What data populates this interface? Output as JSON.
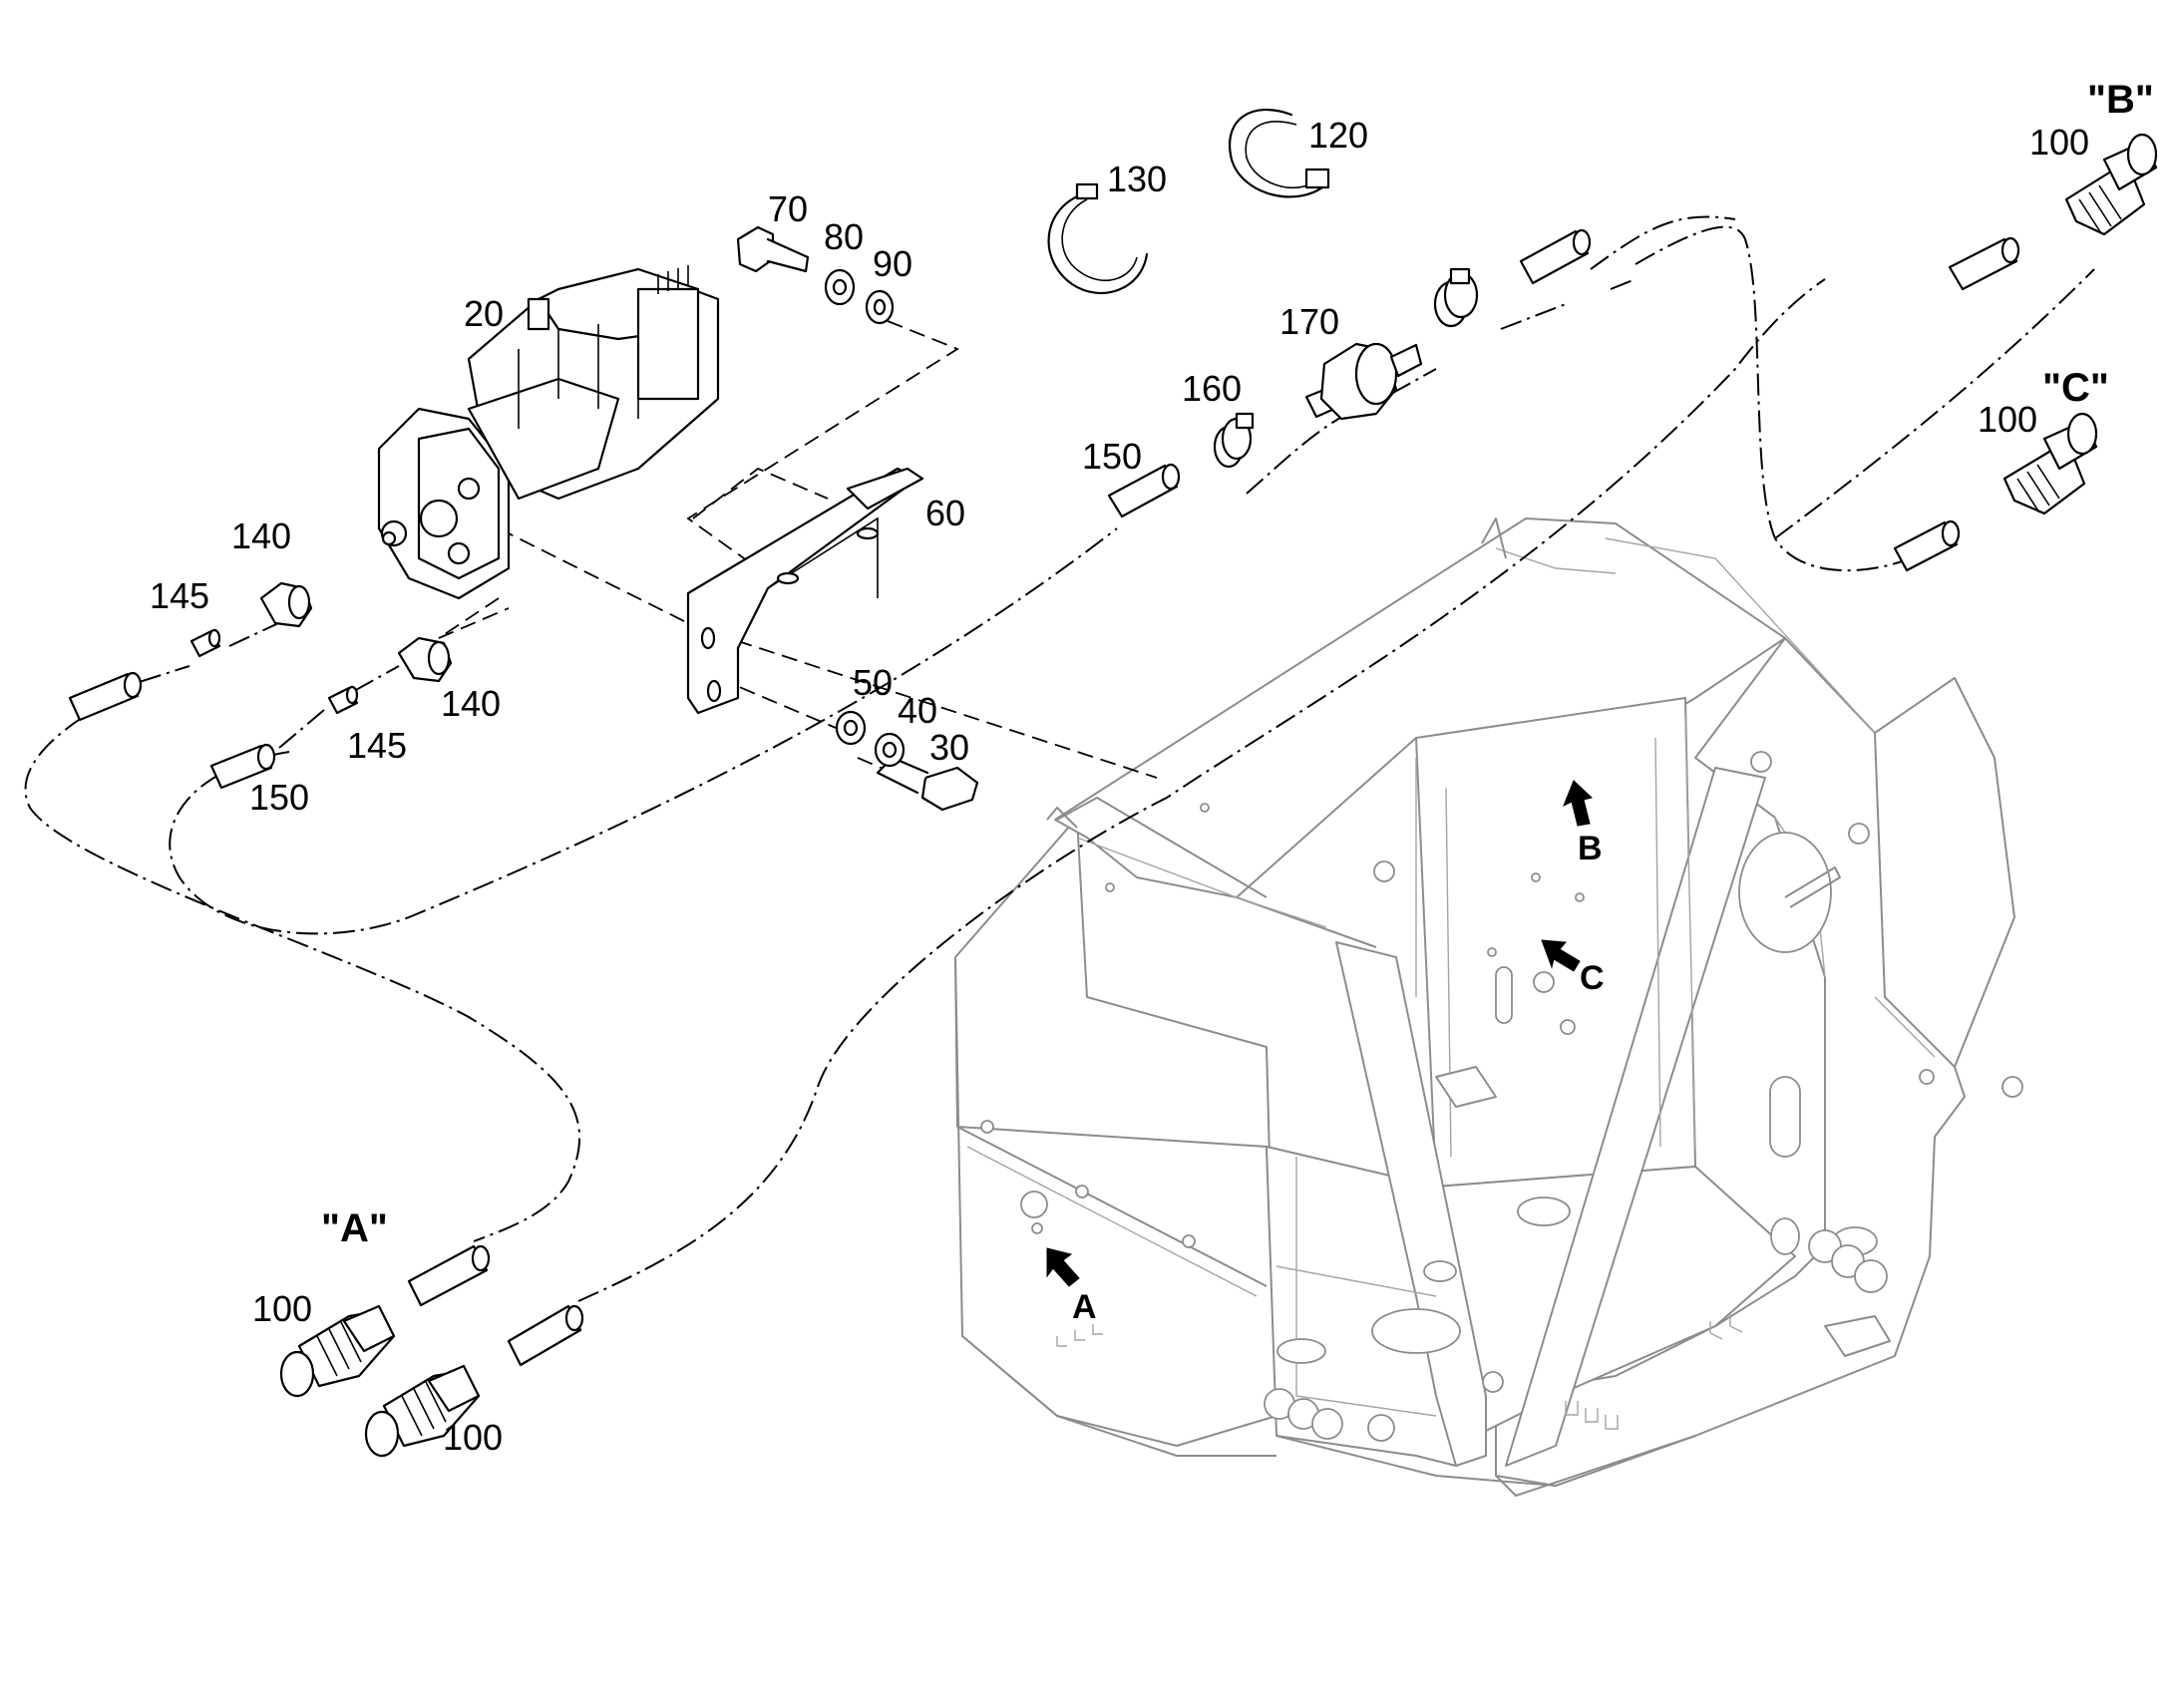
{
  "part_numbers": {
    "p20": "20",
    "p30": "30",
    "p40": "40",
    "p50": "50",
    "p60": "60",
    "p70": "70",
    "p80": "80",
    "p90": "90",
    "p100": "100",
    "p120": "120",
    "p130": "130",
    "p140": "140",
    "p145": "145",
    "p150": "150",
    "p160": "160",
    "p170": "170"
  },
  "view_labels": {
    "a": "\"A\"",
    "b": "\"B\"",
    "c": "\"C\""
  },
  "frame_markers": {
    "a": "A",
    "b": "B",
    "c": "C"
  }
}
